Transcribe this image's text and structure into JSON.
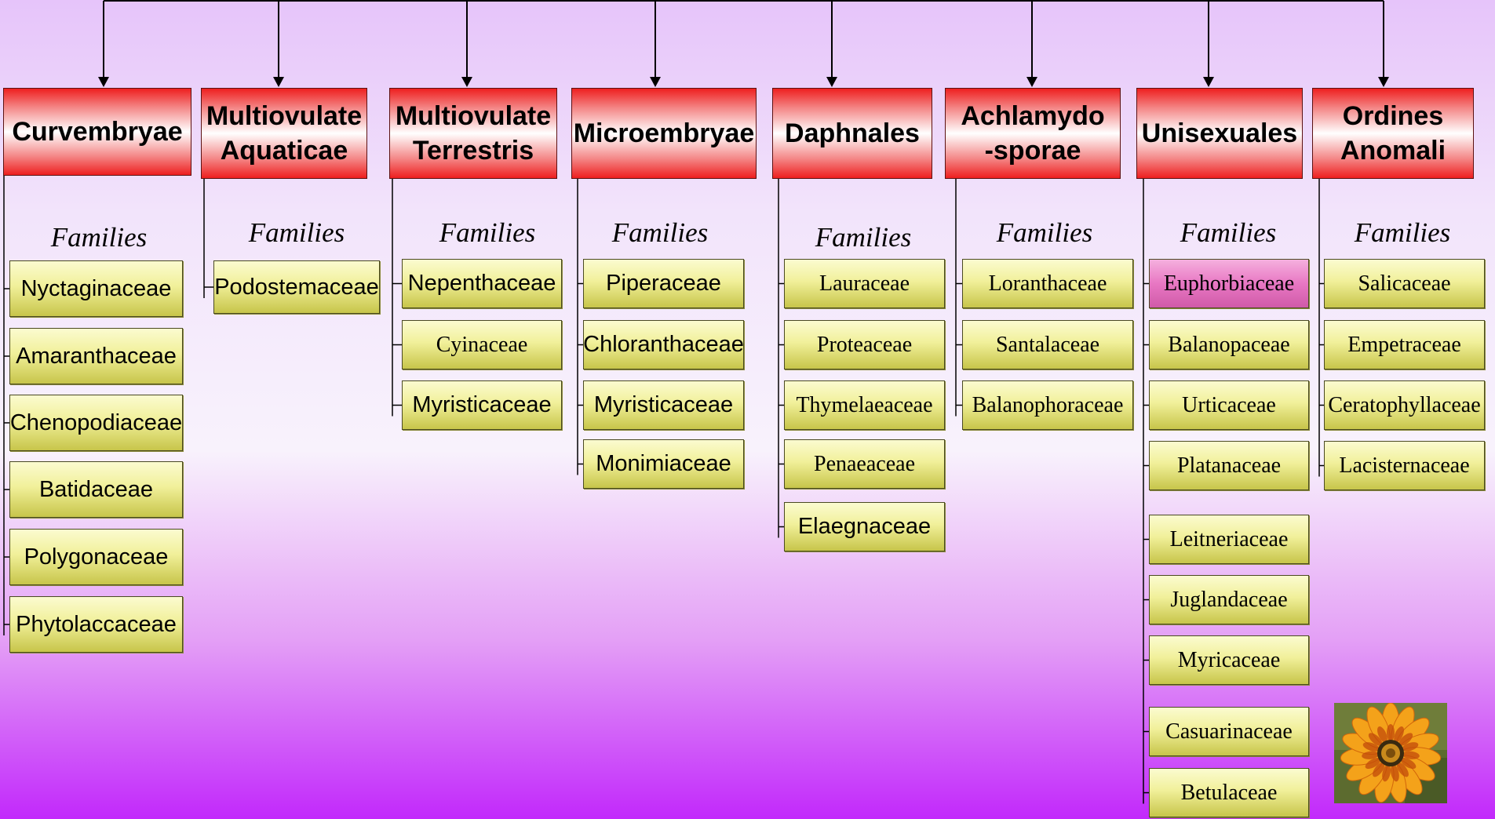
{
  "diagram": {
    "families_label": "Families",
    "groups": [
      {
        "name": "Curvembryae",
        "families": [
          "Nyctaginaceae",
          "Amaranthaceae",
          "Chenopodiaceae",
          "Batidaceae",
          "Polygonaceae",
          "Phytolaccaceae"
        ]
      },
      {
        "name": "Multiovulate\nAquaticae",
        "families": [
          "Podostemaceae"
        ]
      },
      {
        "name": "Multiovulate\nTerrestris",
        "families": [
          "Nepenthaceae",
          "Cyinaceae",
          "Myristicaceae"
        ]
      },
      {
        "name": "Microembryae",
        "families": [
          "Piperaceae",
          "Chloranthaceae",
          "Myristicaceae",
          "Monimiaceae"
        ]
      },
      {
        "name": "Daphnales",
        "families": [
          "Lauraceae",
          "Proteaceae",
          "Thymelaeaceae",
          "Penaeaceae",
          "Elaegnaceae"
        ]
      },
      {
        "name": "Achlamydo\n-sporae",
        "families": [
          "Loranthaceae",
          "Santalaceae",
          "Balanophoraceae"
        ]
      },
      {
        "name": "Unisexuales",
        "families": [
          "Euphorbiaceae",
          "Balanopaceae",
          "Urticaceae",
          "Platanaceae",
          "Leitneriaceae",
          "Juglandaceae",
          "Myricaceae",
          "Casuarinaceae",
          "Betulaceae"
        ]
      },
      {
        "name": "Ordines\nAnomali",
        "families": [
          "Salicaceae",
          "Empetraceae",
          "Ceratophyllaceae",
          "Lacisternaceae"
        ]
      }
    ],
    "highlighted_family": "Euphorbiaceae",
    "colors": {
      "header_red": "#ee1f1f",
      "family_yellow": "#f1f09a",
      "highlight_pink": "#e877c3",
      "background_top": "#e6c4fa",
      "background_bottom": "#c229fb"
    },
    "decoration": "gazania-flower-image"
  }
}
